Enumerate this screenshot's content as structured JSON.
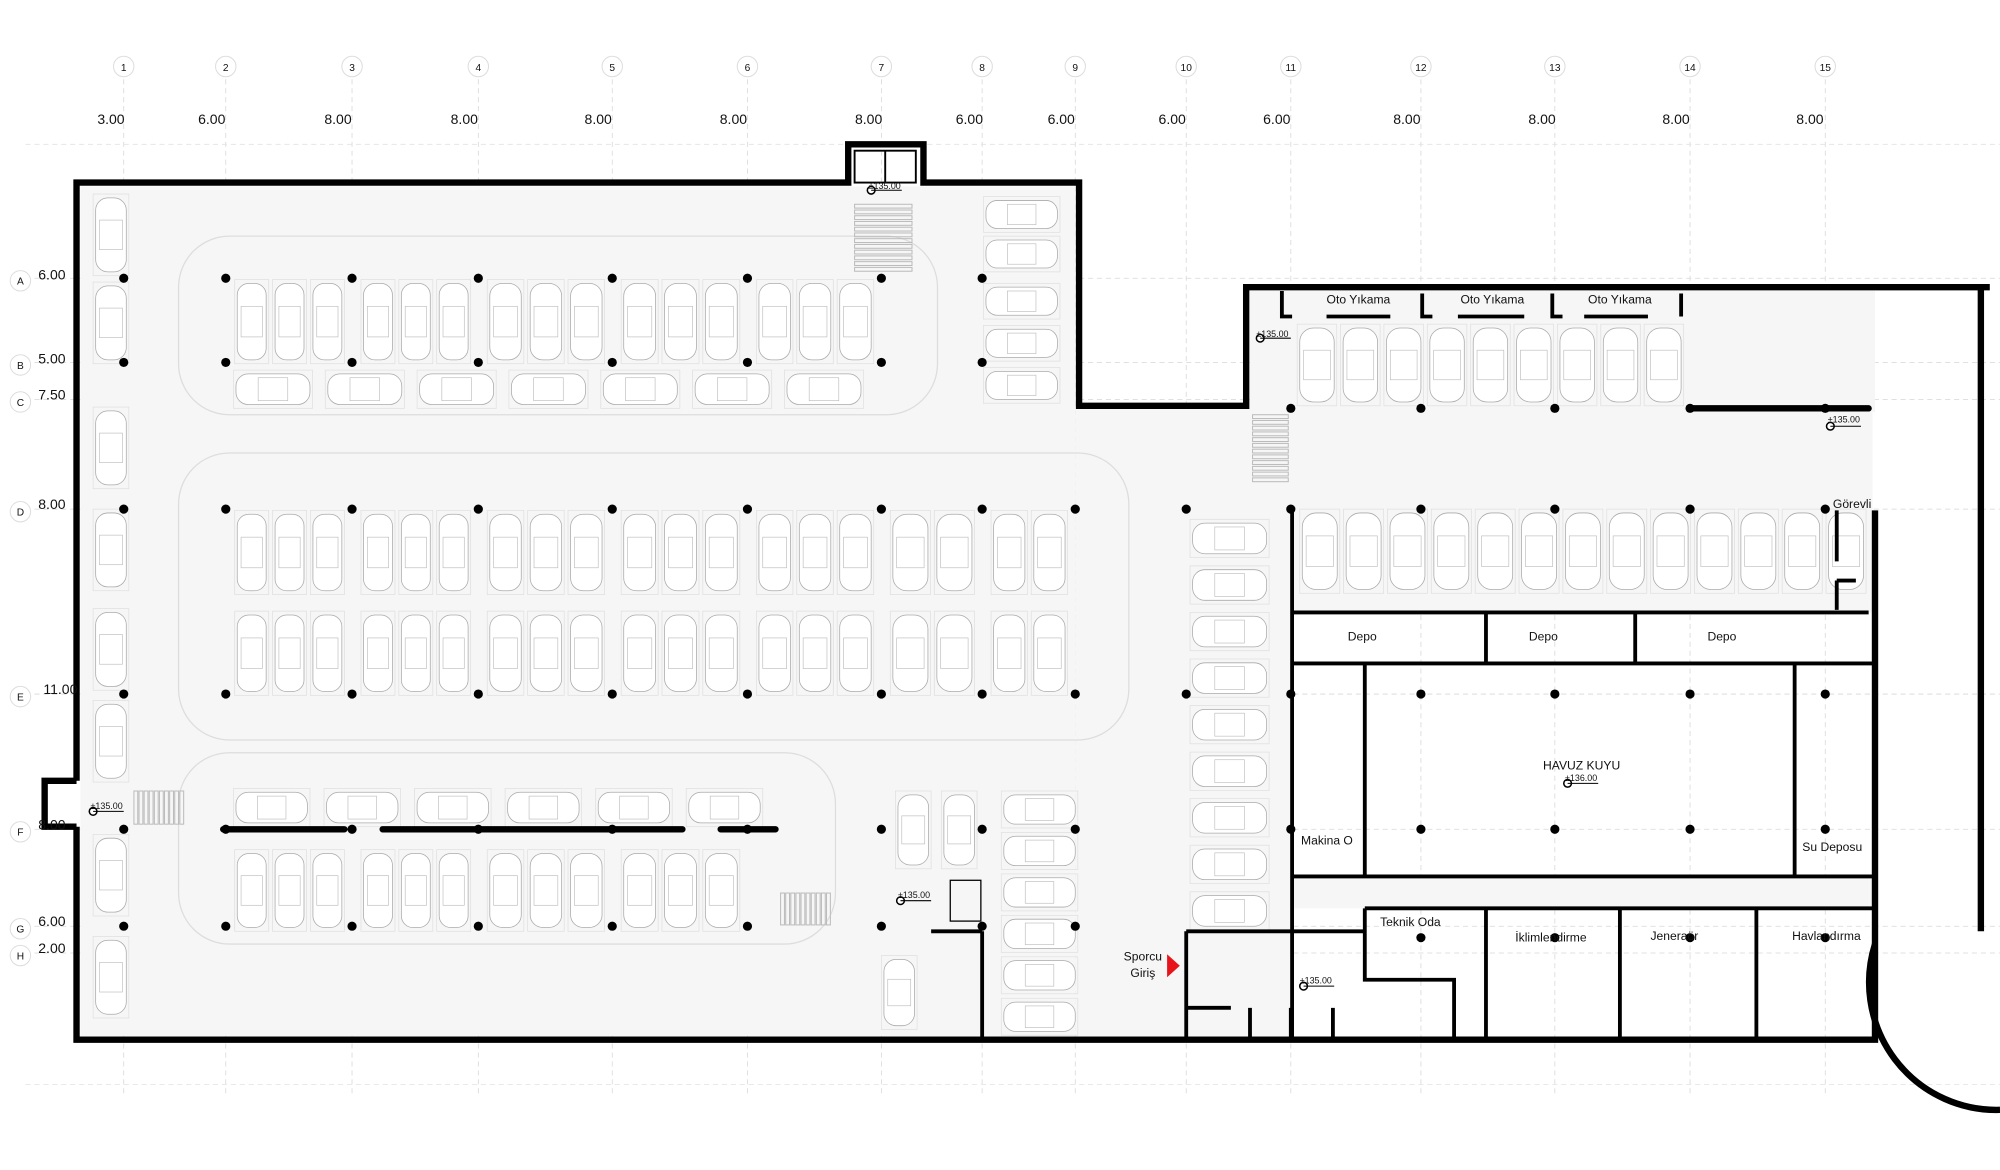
{
  "grid": {
    "columns": [
      "1",
      "2",
      "3",
      "4",
      "5",
      "6",
      "7",
      "8",
      "9",
      "10",
      "11",
      "12",
      "13",
      "14",
      "15"
    ],
    "column_spacings": [
      "3.00",
      "6.00",
      "8.00",
      "8.00",
      "8.00",
      "8.00",
      "8.00",
      "6.00",
      "6.00",
      "6.00",
      "6.00",
      "8.00",
      "8.00",
      "8.00",
      "8.00"
    ],
    "rows": [
      "A",
      "B",
      "C",
      "D",
      "E",
      "F",
      "G",
      "H"
    ],
    "row_spacings": [
      "6.00",
      "5.00",
      "7.50",
      "8.00",
      "11.00",
      "8.00",
      "6.00",
      "2.00"
    ]
  },
  "rooms": {
    "car_wash_1": "Oto Yıkama",
    "car_wash_2": "Oto Yıkama",
    "car_wash_3": "Oto Yıkama",
    "attendant": "Görevli",
    "storage_1": "Depo",
    "storage_2": "Depo",
    "storage_3": "Depo",
    "pool_pit": "HAVUZ KUYU",
    "machine_room": "Makina O",
    "water_tank": "Su Deposu",
    "technical_room": "Teknik Oda",
    "hvac": "İklimlendirme",
    "generator": "Jeneraör",
    "ventilation": "Havlandırma",
    "athlete_entrance_line1": "Sporcu",
    "athlete_entrance_line2": "Giriş"
  },
  "elevations": {
    "stair_top": "±135.00",
    "car_wash": "±135.00",
    "ramp": "±135.00",
    "left_entrance": "±135.00",
    "core": "±135.00",
    "athlete_lobby": "±135.00",
    "pool_pit": "±136.00"
  },
  "colors": {
    "wall": "#000000",
    "floor": "#f7f7f7",
    "entrance_marker": "#e8141b",
    "grid_line": "#cfcfcf"
  }
}
